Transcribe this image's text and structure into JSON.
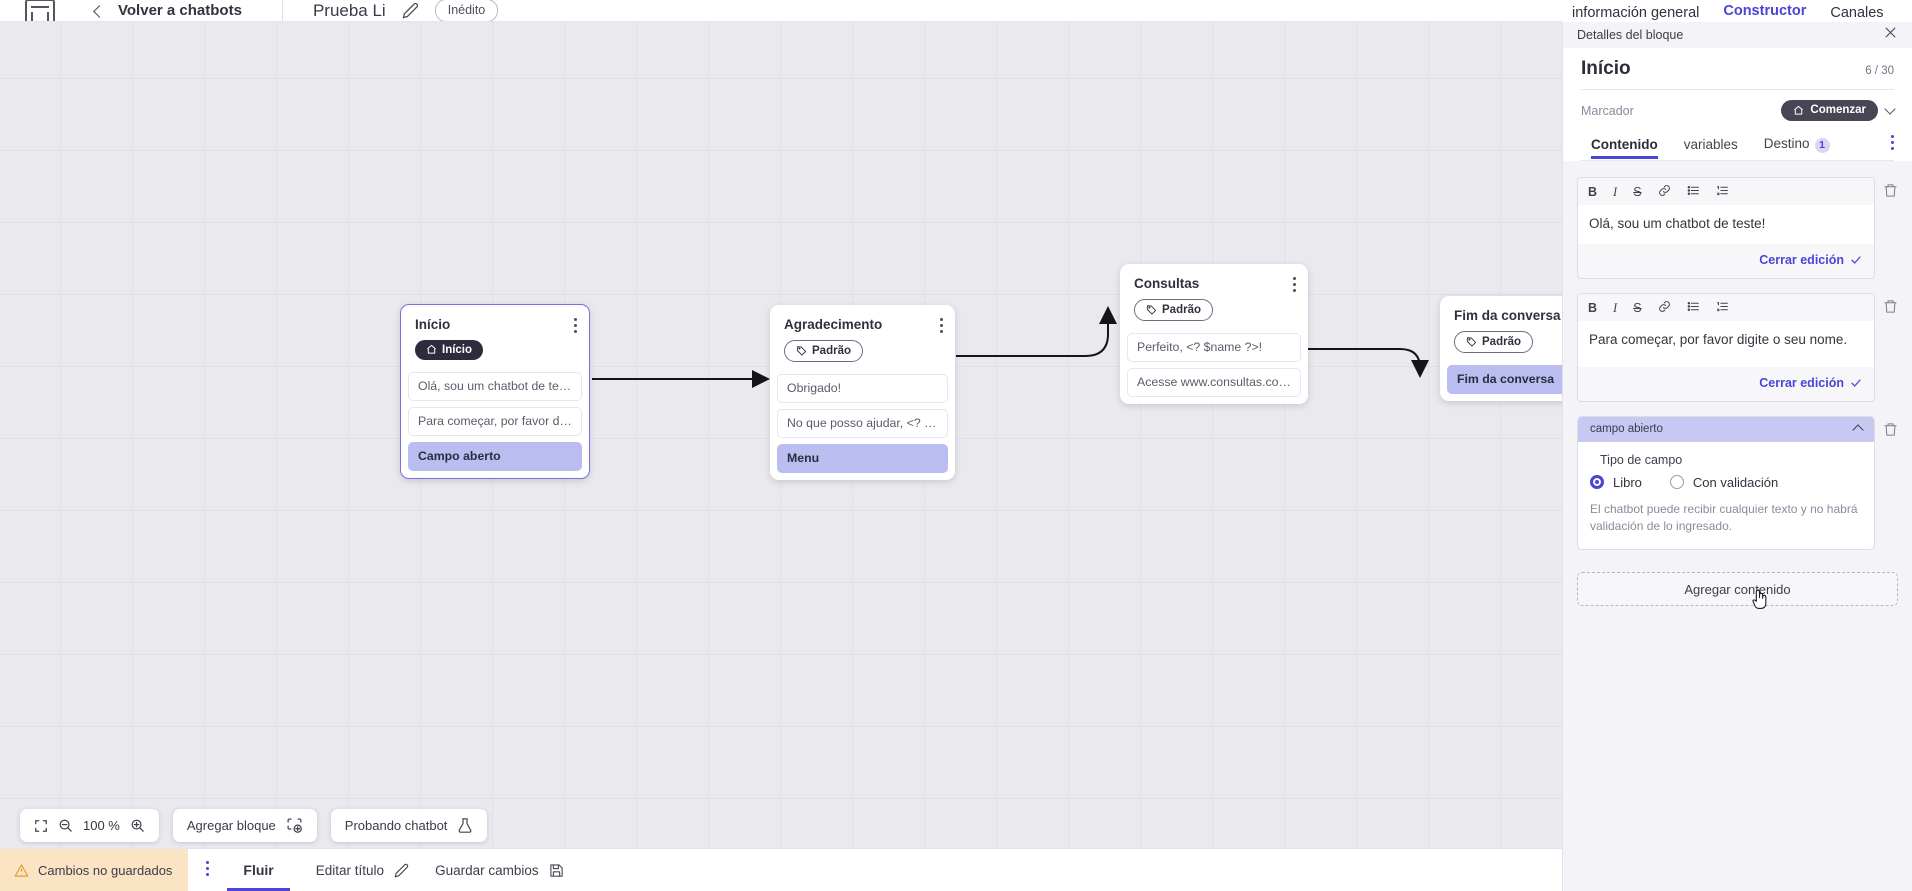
{
  "topbar": {
    "logo_icon": "brand-logo-icon",
    "back_label": "Volver a chatbots",
    "bot_title": "Prueba Li",
    "edit_icon": "pencil-icon",
    "status_badge": "Inédito"
  },
  "topnav": {
    "tabs": [
      {
        "label": "información general",
        "active": false
      },
      {
        "label": "Constructor",
        "active": true
      },
      {
        "label": "Canales",
        "active": false
      }
    ]
  },
  "canvas": {
    "nodes": [
      {
        "id": "inicio",
        "title": "Início",
        "chip": {
          "label": "Início",
          "style": "dark",
          "icon": "home-icon"
        },
        "selected": true,
        "rows": [
          {
            "text": "Olá, sou um chatbot de teste!",
            "highlight": false
          },
          {
            "text": "Para começar, por favor digite o ...",
            "highlight": false
          },
          {
            "text": "Campo aberto",
            "highlight": true
          }
        ]
      },
      {
        "id": "agradecimento",
        "title": "Agradecimento",
        "chip": {
          "label": "Padrão",
          "style": "outline",
          "icon": "tag-icon"
        },
        "selected": false,
        "rows": [
          {
            "text": "Obrigado!",
            "highlight": false
          },
          {
            "text": "No que posso ajudar, <? $name ...",
            "highlight": false
          },
          {
            "text": "Menu",
            "highlight": true
          }
        ]
      },
      {
        "id": "consultas",
        "title": "Consultas",
        "chip": {
          "label": "Padrão",
          "style": "outline",
          "icon": "tag-icon"
        },
        "selected": false,
        "rows": [
          {
            "text": "Perfeito, <? $name ?>!",
            "highlight": false
          },
          {
            "text": "Acesse www.consultas.com par...",
            "highlight": false
          }
        ]
      },
      {
        "id": "fim",
        "title": "Fim da conversa",
        "chip": {
          "label": "Padrão",
          "style": "outline",
          "icon": "tag-icon"
        },
        "selected": false,
        "rows": [
          {
            "text": "Fim da conversa",
            "highlight": true
          }
        ]
      }
    ],
    "toolbar": {
      "fit_icon": "fit-screen-icon",
      "zoom_out_icon": "zoom-out-icon",
      "zoom_level": "100 %",
      "zoom_in_icon": "zoom-in-icon",
      "add_block_label": "Agregar bloque",
      "add_block_icon": "add-block-icon",
      "test_bot_label": "Probando chatbot",
      "test_bot_icon": "flask-icon"
    }
  },
  "statusbar": {
    "unsaved_label": "Cambios no guardados",
    "warning_icon": "warning-triangle-icon",
    "kebab_icon": "more-vertical-icon",
    "tabs": [
      {
        "label": "Fluir",
        "active": true
      }
    ],
    "edit_title_label": "Editar título",
    "edit_title_icon": "pencil-icon",
    "save_label": "Guardar cambios",
    "save_icon": "save-disk-icon"
  },
  "panel": {
    "header_label": "Detalles del bloque",
    "close_icon": "close-icon",
    "title": "Início",
    "count": "6 / 30",
    "marcador_label": "Marcador",
    "marcador_pill": "Comenzar",
    "marcador_pill_icon": "home-icon",
    "marcador_chevron_icon": "chevron-down-icon",
    "tabs": [
      {
        "label": "Contenido",
        "active": true,
        "count": null
      },
      {
        "label": "variables",
        "active": false,
        "count": null
      },
      {
        "label": "Destino",
        "active": false,
        "count": "1"
      }
    ],
    "tabs_kebab_icon": "more-vertical-icon",
    "editor_tools": [
      {
        "name": "bold-icon",
        "glyph": "B"
      },
      {
        "name": "italic-icon",
        "glyph": "I"
      },
      {
        "name": "strikethrough-icon",
        "glyph": "S"
      },
      {
        "name": "link-icon",
        "glyph": "🔗"
      },
      {
        "name": "bullet-list-icon",
        "glyph": "☰"
      },
      {
        "name": "numbered-list-icon",
        "glyph": "≡"
      }
    ],
    "blocks": [
      {
        "text": "Olá, sou um chatbot de teste!",
        "close_label": "Cerrar edición",
        "delete_icon": "trash-icon"
      },
      {
        "text": "Para começar, por favor digite o seu nome.",
        "close_label": "Cerrar edición",
        "delete_icon": "trash-icon"
      }
    ],
    "campo": {
      "header": "campo abierto",
      "collapse_icon": "chevron-up-icon",
      "delete_icon": "trash-icon",
      "type_label": "Tipo de campo",
      "options": [
        {
          "label": "Libro",
          "selected": true
        },
        {
          "label": "Con validación",
          "selected": false
        }
      ],
      "help_text": "El chatbot puede recibir cualquier texto y no habrá validación de lo ingresado."
    },
    "add_content_label": "Agregar contenido",
    "cursor_icon": "hand-cursor-icon"
  },
  "colors": {
    "accent": "#4a45d6",
    "node_highlight": "#b9bdf0",
    "canvas_bg": "#e9e9ee",
    "warning_bg": "#fbe4c4",
    "dark_chip": "#2f2b3d"
  }
}
